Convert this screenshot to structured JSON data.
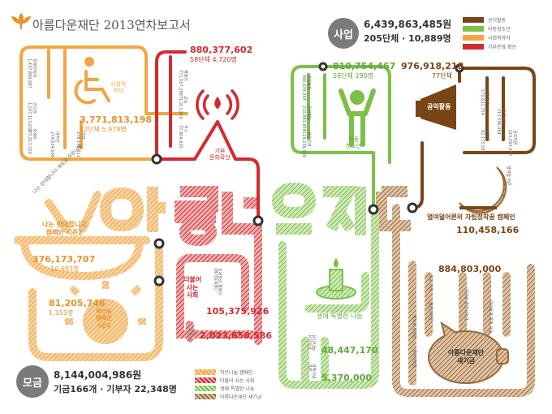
{
  "header": {
    "title": "아름다운재단 2013연차보고서"
  },
  "colors": {
    "orange": "#f2a542",
    "red": "#d12a2f",
    "green": "#7cc04a",
    "brown": "#7a4516",
    "lightorange": "#f6c58a",
    "gray": "#777777"
  },
  "business": {
    "badge": "사업",
    "total": "6,439,863,485원",
    "count": "205단체 · 10,889명"
  },
  "legend_top": [
    {
      "label": "공익활동",
      "color": "#7a4516"
    },
    {
      "label": "아동청소년",
      "color": "#7cc04a"
    },
    {
      "label": "사회적약자",
      "color": "#f2a542"
    },
    {
      "label": "기부문화 확산",
      "color": "#d12a2f"
    }
  ],
  "social": {
    "icon_label": "사회적\n약자",
    "amount": "3,771,813,198",
    "count": "12단체 5,979명",
    "sub": [
      {
        "name": "장애인복지",
        "amount": "1,437,880,987"
      },
      {
        "name": "건강권",
        "amount": "1,207,113,610"
      },
      {
        "name": "생계비",
        "amount": "375,817,320"
      },
      {
        "name": "이주민",
        "amount": "274,634,586"
      },
      {
        "name": "기타",
        "amount": "278,140,011"
      }
    ]
  },
  "giving": {
    "amount": "880,377,602",
    "count": "58단체 4,720명",
    "icon_label": "기부\n문화확산",
    "sub": [
      {
        "name": "캠페인",
        "amount": "771,567,288"
      },
      {
        "name": "교육",
        "amount": "71,911,850"
      },
      {
        "name": "연구",
        "amount": "37,804,830"
      }
    ]
  },
  "child": {
    "amount": "810,754,467",
    "count": "58단체 190명",
    "icon_label": "아동\n청소년",
    "sub": [
      {
        "name": "교육복지",
        "amount": "480,634,054"
      },
      {
        "name": "문화예술",
        "amount": "210,883,854"
      },
      {
        "name": "아동인권",
        "amount": "119,236,559"
      }
    ]
  },
  "public": {
    "amount": "976,918,218",
    "count": "77단체",
    "icon_label": "공익활동",
    "sub": [
      {
        "name": "단체역량",
        "amount": "570,632,754"
      },
      {
        "name": "환경/생태",
        "amount": "213,546,484"
      },
      {
        "name": "풀뿌리",
        "amount": "82,175,580"
      },
      {
        "name": "공모지원",
        "amount": "110,563,400"
      }
    ]
  },
  "night": {
    "label": "열여덟어른의 자립정착꿈 캠페인",
    "amount": "110,458,166",
    "side": "열여덟 어른"
  },
  "bowl": {
    "label": "나는 반대합니다\n캠페인 시즌2",
    "side": "나는 반대합니다 새로운 작은나눔",
    "amount": "376,173,707",
    "count": "10,693명"
  },
  "sun": {
    "label": "똑더위\n캠페인\n시즌2",
    "amount": "81,205,746",
    "count": "1,155명"
  },
  "together": {
    "label": "더불어\n사는\n사회",
    "side": "조세정의 캠페인\n(에너지지원)",
    "amount": "105,375,926",
    "amount2": "2,023,658,586",
    "side2": "기업\n지정기부"
  },
  "special": {
    "label": "생애 특별한 나눔",
    "amount": "48,447,170",
    "amount2": "5,370,000",
    "side": "유산/나눔\n유산기금",
    "side2": "생애기념\n기부"
  },
  "fund": {
    "amount": "884,803,000",
    "label": "아름다운재단\n새기금",
    "sub": [
      "신규 기금",
      "출연기부금",
      "책으로 희망을",
      "지정기부금",
      "이사회 출연기부금",
      "아이들과 미래 기금"
    ]
  },
  "donation": {
    "badge": "모금",
    "total": "8,144,004,986원",
    "count": "기금166개 · 기부자 22,348명"
  },
  "legend_bottom": [
    {
      "label": "작은나눔 캠페인",
      "color": "#f2a542"
    },
    {
      "label": "더불어 사는 사회",
      "color": "#d12a2f"
    },
    {
      "label": "생애 특별한 나눔",
      "color": "#7cc04a"
    },
    {
      "label": "아름다운재단 새기금",
      "color": "#7a4516"
    }
  ]
}
